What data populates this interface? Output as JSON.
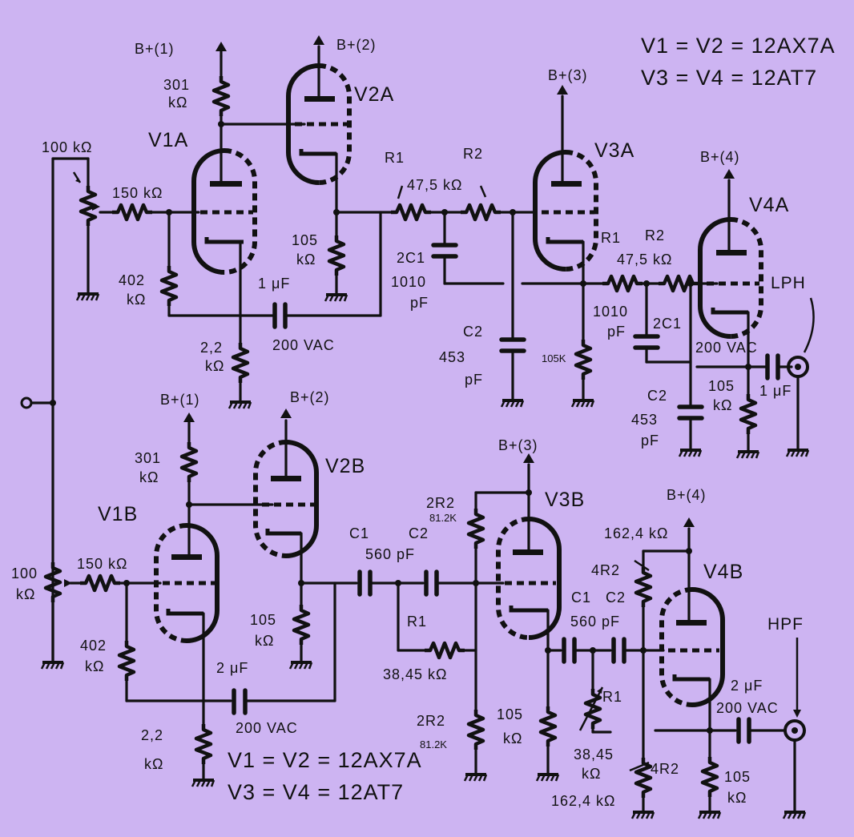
{
  "colors": {
    "background": "#cdb4f2",
    "ink": "#111111"
  },
  "notes": {
    "top_line1": "V1 = V2 = 12AX7A",
    "top_line2": "V3 = V4 = 12AT7",
    "bottom_line1": "V1 = V2 = 12AX7A",
    "bottom_line2": "V3 = V4 = 12AT7"
  },
  "upper": {
    "tubes": {
      "v1": "V1A",
      "v2": "V2A",
      "v3": "V3A",
      "v4": "V4A"
    },
    "supplies": {
      "b1": "B+(1)",
      "b2": "B+(2)",
      "b3": "B+(3)",
      "b4": "B+(4)"
    },
    "pot": "100 kΩ",
    "r_grid": "150 kΩ",
    "r_plate_1": "301",
    "r_plate_1_unit": "kΩ",
    "r_grid_leak_1": "402",
    "r_grid_leak_1_unit": "kΩ",
    "r_cathode_1": "2,2",
    "r_cathode_1_unit": "kΩ",
    "r_cathode_2": "105",
    "r_cathode_2_unit": "kΩ",
    "c_feedback": "1 μF",
    "c_feedback_v": "200 VAC",
    "stage1_r1": "R1",
    "stage1_r2": "R2",
    "stage1_rval": "47,5 kΩ",
    "stage1_2c1": "2C1",
    "stage1_2c1_val1": "1010",
    "stage1_2c1_val2": "pF",
    "stage1_c2": "C2",
    "stage1_c2_val1": "453",
    "stage1_c2_val2": "pF",
    "r_cathode_3": "105K",
    "stage2_r1": "R1",
    "stage2_r2": "R2",
    "stage2_rval": "47,5 kΩ",
    "stage2_2c1_val1": "1010",
    "stage2_2c1_val2": "pF",
    "stage2_2c1": "2C1",
    "stage2_c2": "C2",
    "stage2_c2_val1": "453",
    "stage2_c2_val2": "pF",
    "out_cap_v": "200 VAC",
    "out_cap": "1 μF",
    "r_cathode_4": "105",
    "r_cathode_4_unit": "kΩ",
    "output": "LPH"
  },
  "lower": {
    "tubes": {
      "v1": "V1B",
      "v2": "V2B",
      "v3": "V3B",
      "v4": "V4B"
    },
    "supplies": {
      "b1": "B+(1)",
      "b2": "B+(2)",
      "b3": "B+(3)",
      "b4": "B+(4)"
    },
    "pot": "100",
    "pot_unit": "kΩ",
    "r_grid": "150 kΩ",
    "r_plate_1": "301",
    "r_plate_1_unit": "kΩ",
    "r_grid_leak_1": "402",
    "r_grid_leak_1_unit": "kΩ",
    "r_cathode_1": "2,2",
    "r_cathode_1_unit": "kΩ",
    "r_cathode_2": "105",
    "r_cathode_2_unit": "kΩ",
    "c_feedback": "2 μF",
    "c_feedback_v": "200 VAC",
    "stage1_c1": "C1",
    "stage1_c2": "C2",
    "stage1_cval": "560 pF",
    "stage1_2r2": "2R2",
    "stage1_2r2_val": "81.2K",
    "stage1_r1": "R1",
    "stage1_r1_val": "38,45 kΩ",
    "stage1_2r2b": "2R2",
    "stage1_2r2b_val": "81.2K",
    "r_cathode_3": "105",
    "r_cathode_3_unit": "kΩ",
    "stage2_4r2": "4R2",
    "stage2_4r2_val": "162,4 kΩ",
    "stage2_c1": "C1",
    "stage2_c2": "C2",
    "stage2_cval": "560 pF",
    "stage2_r1": "R1",
    "stage2_r1_val1": "38,45",
    "stage2_r1_val2": "kΩ",
    "stage2_4r2b": "4R2",
    "stage2_4r2b_val": "162,4 kΩ",
    "out_cap": "2 μF",
    "out_cap_v": "200 VAC",
    "r_cathode_4": "105",
    "r_cathode_4_unit": "kΩ",
    "output": "HPF"
  }
}
